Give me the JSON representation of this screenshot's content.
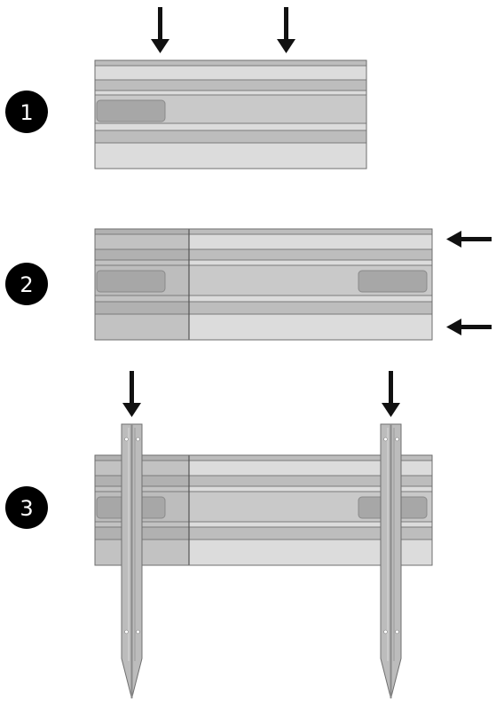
{
  "steps": [
    {
      "number": "1"
    },
    {
      "number": "2"
    },
    {
      "number": "3"
    }
  ],
  "colors": {
    "badge": "#000000",
    "arrow": "#111111",
    "panel_light": "#dcdcdc",
    "panel_stripe": "#bdbdbd",
    "panel_mid": "#c9c9c9",
    "panel_outline": "#6e6e6e",
    "clip_fill": "#a7a7a7",
    "stake_fill": "#bcbcbc",
    "stake_outline": "#707070"
  },
  "icons": {
    "step_badge": "numbered-circle",
    "push_arrow": "arrow",
    "stake": "edging-stake",
    "clip": "connector-clip"
  }
}
